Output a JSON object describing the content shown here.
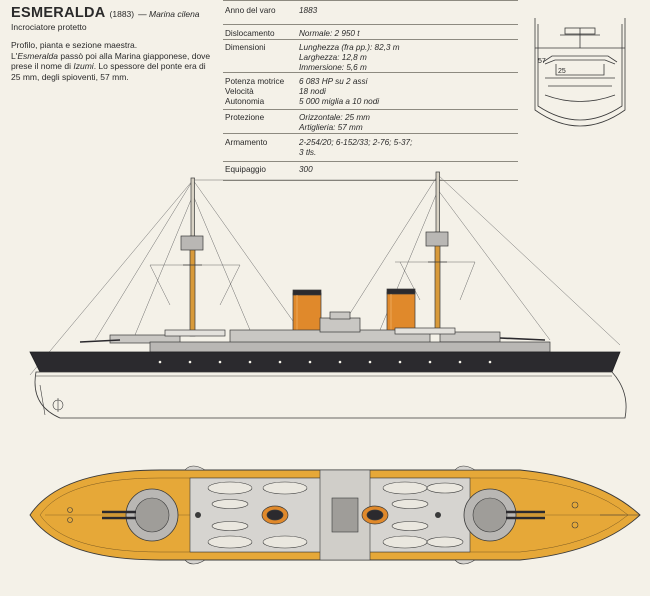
{
  "header": {
    "ship_name": "ESMERALDA",
    "year": "(1883)",
    "navy": "— Marina cilena",
    "type": "Incrociatore protetto"
  },
  "caption": {
    "line1": "Profilo, pianta e sezione maestra.",
    "line2_a": "L'",
    "line2_italic": "Esmeralda",
    "line2_b": " passò poi alla Marina giapponese, dove prese il nome di ",
    "line2_italic2": "Izumi",
    "line2_c": ". Lo spessore del ponte era di 25 mm, degli spioventi, 57 mm."
  },
  "specs": [
    {
      "label": "Anno del varo",
      "values": [
        "1883"
      ]
    },
    {
      "label": "Dislocamento",
      "values": [
        "Normale: 2 950 t"
      ]
    },
    {
      "label": "Dimensioni",
      "values": [
        "Lunghezza (fra pp.): 82,3 m",
        "Larghezza: 12,8 m",
        "Immersione: 5,6 m"
      ]
    },
    {
      "label": "Potenza motrice\nVelocità\nAutonomia",
      "values": [
        "6 083 HP su 2 assi",
        "18 nodi",
        "5 000 miglia a 10 nodi"
      ]
    },
    {
      "label": "Protezione",
      "values": [
        "Orizzontale: 25 mm",
        "Artiglieria: 57 mm"
      ]
    },
    {
      "label": "Armamento",
      "values": [
        "2-254/20; 6-152/33; 2-76; 5-37;",
        "3 tls."
      ]
    },
    {
      "label": "Equipaggio",
      "values": [
        "300"
      ]
    }
  ],
  "section": {
    "deck_mm": "25",
    "slope_mm": "57"
  },
  "colors": {
    "hull": "#2b2a2e",
    "deck": "#e6a838",
    "funnel": "#e0892b",
    "paper": "#f4f1e8",
    "grey": "#b9b7b4"
  }
}
